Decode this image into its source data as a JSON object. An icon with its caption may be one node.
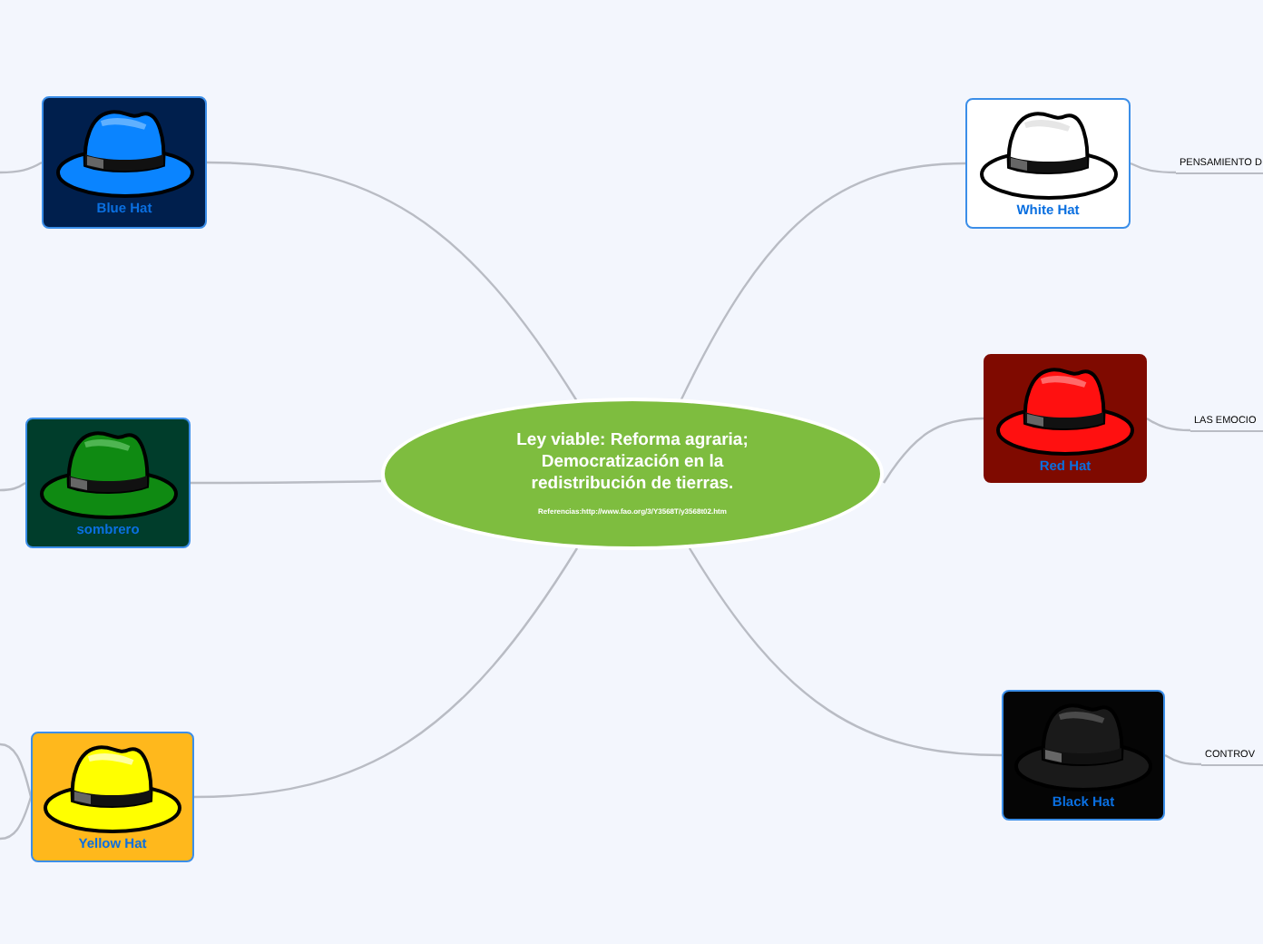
{
  "diagram": {
    "nodes": [
      {
        "text": [
          "Ley viable: Reforma agraria; Democratización en la redistribución de tierras.",
          "Referencias:http://www.fao.org/3/Y3568T/y3568t02.htm"
        ]
      },
      {
        "text": [
          "Blue Hat"
        ]
      },
      {
        "text": [
          "White Hat"
        ]
      },
      {
        "text": [
          "sombrero"
        ]
      },
      {
        "text": [
          "Red Hat"
        ]
      },
      {
        "text": [
          "Yellow Hat"
        ]
      },
      {
        "text": [
          "Black Hat"
        ]
      },
      {
        "text": [
          "PENSAMIENTO D"
        ]
      },
      {
        "text": [
          "LAS EMOCIO"
        ]
      },
      {
        "text": [
          "CONTROV"
        ]
      }
    ],
    "edges": [
      {
        "from": 0,
        "to": 1,
        "arrow": "none"
      },
      {
        "from": 0,
        "to": 2,
        "arrow": "none"
      },
      {
        "from": 0,
        "to": 3,
        "arrow": "none"
      },
      {
        "from": 0,
        "to": 4,
        "arrow": "none"
      },
      {
        "from": 0,
        "to": 5,
        "arrow": "none"
      },
      {
        "from": 0,
        "to": 6,
        "arrow": "none"
      },
      {
        "from": 2,
        "to": 7,
        "arrow": "none"
      },
      {
        "from": 4,
        "to": 8,
        "arrow": "none"
      },
      {
        "from": 6,
        "to": 9,
        "arrow": "none"
      },
      {
        "from": 1,
        "to": null,
        "arrow": "none"
      },
      {
        "from": 3,
        "to": null,
        "arrow": "none"
      },
      {
        "from": 5,
        "to": null,
        "arrow": "none"
      },
      {
        "from": 5,
        "to": null,
        "arrow": "none"
      }
    ]
  }
}
